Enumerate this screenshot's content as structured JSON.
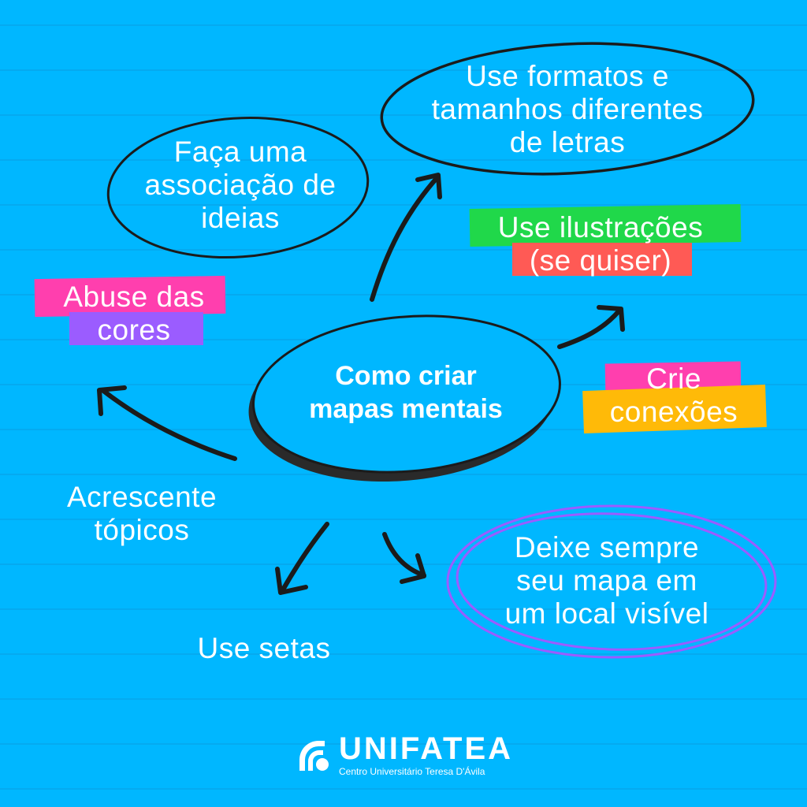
{
  "center": {
    "line1": "Como criar",
    "line2": "mapas mentais"
  },
  "nodes": {
    "associacao": [
      "Faça uma",
      "associação de",
      "ideias"
    ],
    "formatos": [
      "Use formatos e",
      "tamanhos diferentes",
      "de letras"
    ],
    "ilustracoes": [
      "Use ilustrações",
      "(se quiser)"
    ],
    "cores": [
      "Abuse das",
      "cores"
    ],
    "conexoes": [
      "Crie",
      "conexões"
    ],
    "topicos": [
      "Acrescente",
      "tópicos"
    ],
    "setas": "Use setas",
    "visivel": [
      "Deixe sempre",
      "seu mapa em",
      "um local visível"
    ]
  },
  "colors": {
    "background": "#00b7ff",
    "green": "#20d84a",
    "red": "#ff5a55",
    "pink": "#ff3fae",
    "purple": "#9b5cff",
    "yellow": "#ffba08",
    "ink": "#1b1b1b"
  },
  "logo": {
    "name": "UNIFATEA",
    "subtitle": "Centro Universitário Teresa D'Ávila"
  }
}
